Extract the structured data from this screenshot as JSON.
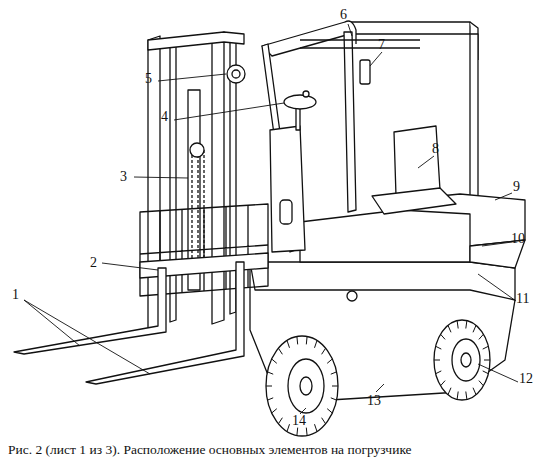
{
  "diagram": {
    "caption": "Рис. 2 (лист 1 из 3). Расположение основных элементов на погрузчике",
    "labels": [
      "1",
      "2",
      "3",
      "4",
      "5",
      "6",
      "7",
      "8",
      "9",
      "10",
      "11",
      "12",
      "13",
      "14"
    ]
  }
}
